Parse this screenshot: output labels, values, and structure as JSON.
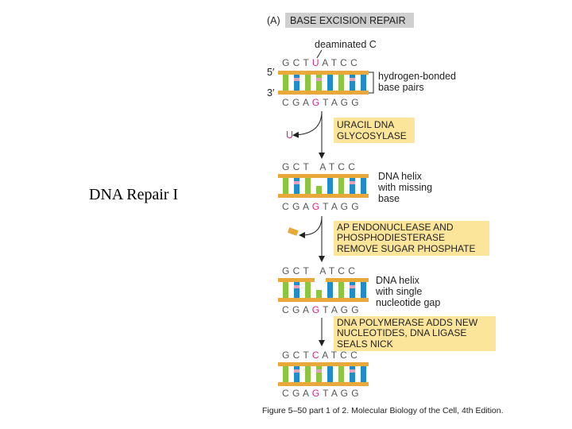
{
  "slide": {
    "title": "DNA Repair I"
  },
  "figure": {
    "panel_label": "(A)",
    "panel_title": "BASE EXCISION REPAIR",
    "colors": {
      "backbone": "#e9a93a",
      "base_green": "#8cc63f",
      "base_blue": "#1f8ccb",
      "base_pink": "#e8a0b8",
      "highlight_box": "#fbe59a",
      "title_box": "#cfcfcf",
      "accent_magenta": "#d12a86",
      "sequence_gray": "#555555"
    },
    "labels": {
      "deaminated": "deaminated C",
      "five_prime": "5′",
      "three_prime": "3′",
      "hbond_line1": "hydrogen-bonded",
      "hbond_line2": "base pairs",
      "uracil": "U",
      "missing_line1": "DNA helix",
      "missing_line2": "with missing",
      "missing_line3": "base",
      "gap_line1": "DNA helix",
      "gap_line2": "with single",
      "gap_line3": "nucleotide gap"
    },
    "steps": [
      {
        "line1": "URACIL DNA",
        "line2": "GLYCOSYLASE"
      },
      {
        "line1": "AP ENDONUCLEASE AND",
        "line2": "PHOSPHODIESTERASE",
        "line3": "REMOVE SUGAR PHOSPHATE"
      },
      {
        "line1": "DNA POLYMERASE ADDS NEW",
        "line2": "NUCLEOTIDES, DNA LIGASE",
        "line3": "SEALS NICK"
      }
    ],
    "sequences": {
      "top1_pre": "G C T ",
      "top1_mod": "U",
      "top1_post": " A T C C",
      "top2_pre": "G C T",
      "top2_post": "A T C C",
      "top3_pre": "G C T",
      "top3_post": "A T C C",
      "top4_pre": "G C T ",
      "top4_mod": "C",
      "top4_post": " A T C C",
      "bottom_pre": "C G A ",
      "bottom_mod": "G",
      "bottom_post": " T A G G"
    },
    "caption": "Figure 5–50 part 1 of 2. Molecular Biology of the Cell, 4th Edition."
  }
}
